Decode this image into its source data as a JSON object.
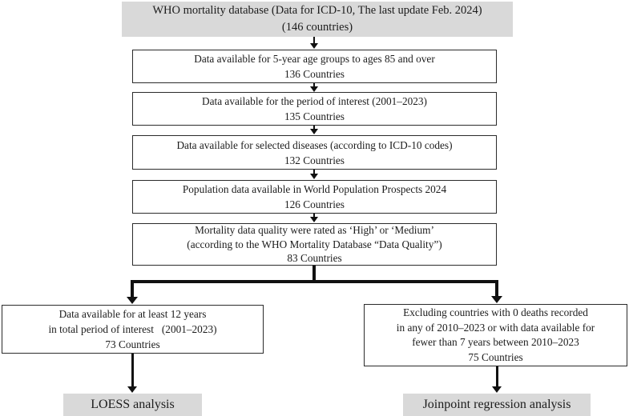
{
  "title_box": {
    "line1": "WHO mortality database (Data for ICD-10, The last update Feb. 2024)",
    "line2": "(146 countries)"
  },
  "steps": [
    {
      "line1": "Data available for 5-year age groups to ages 85 and over",
      "line2": "136 Countries"
    },
    {
      "line1": "Data available for the period of interest (2001–2023)",
      "line2": "135 Countries"
    },
    {
      "line1": "Data available for selected diseases (according to ICD-10 codes)",
      "line2": "132 Countries"
    },
    {
      "line1": "Population data available in World Population Prospects 2024",
      "line2": "126 Countries"
    }
  ],
  "quality_box": {
    "line1": "Mortality data quality were rated as ‘High’ or ‘Medium’",
    "line2": "(according to the WHO Mortality Database “Data Quality”)",
    "line3": "83 Countries"
  },
  "left_branch": {
    "line1": "Data available for at least 12 years",
    "line2": "in total period of interest   (2001–2023)",
    "line3": "73 Countries",
    "result": "LOESS analysis"
  },
  "right_branch": {
    "line1": "Excluding countries with 0 deaths recorded",
    "line2": "in any of 2010–2023 or with data available for",
    "line3": "fewer than 7 years between 2010–2023",
    "line4": "75 Countries",
    "result": "Joinpoint regression analysis"
  },
  "colors": {
    "gray_fill": "#d9d9d9",
    "border": "#2b2b2b",
    "arrow": "#111111"
  }
}
